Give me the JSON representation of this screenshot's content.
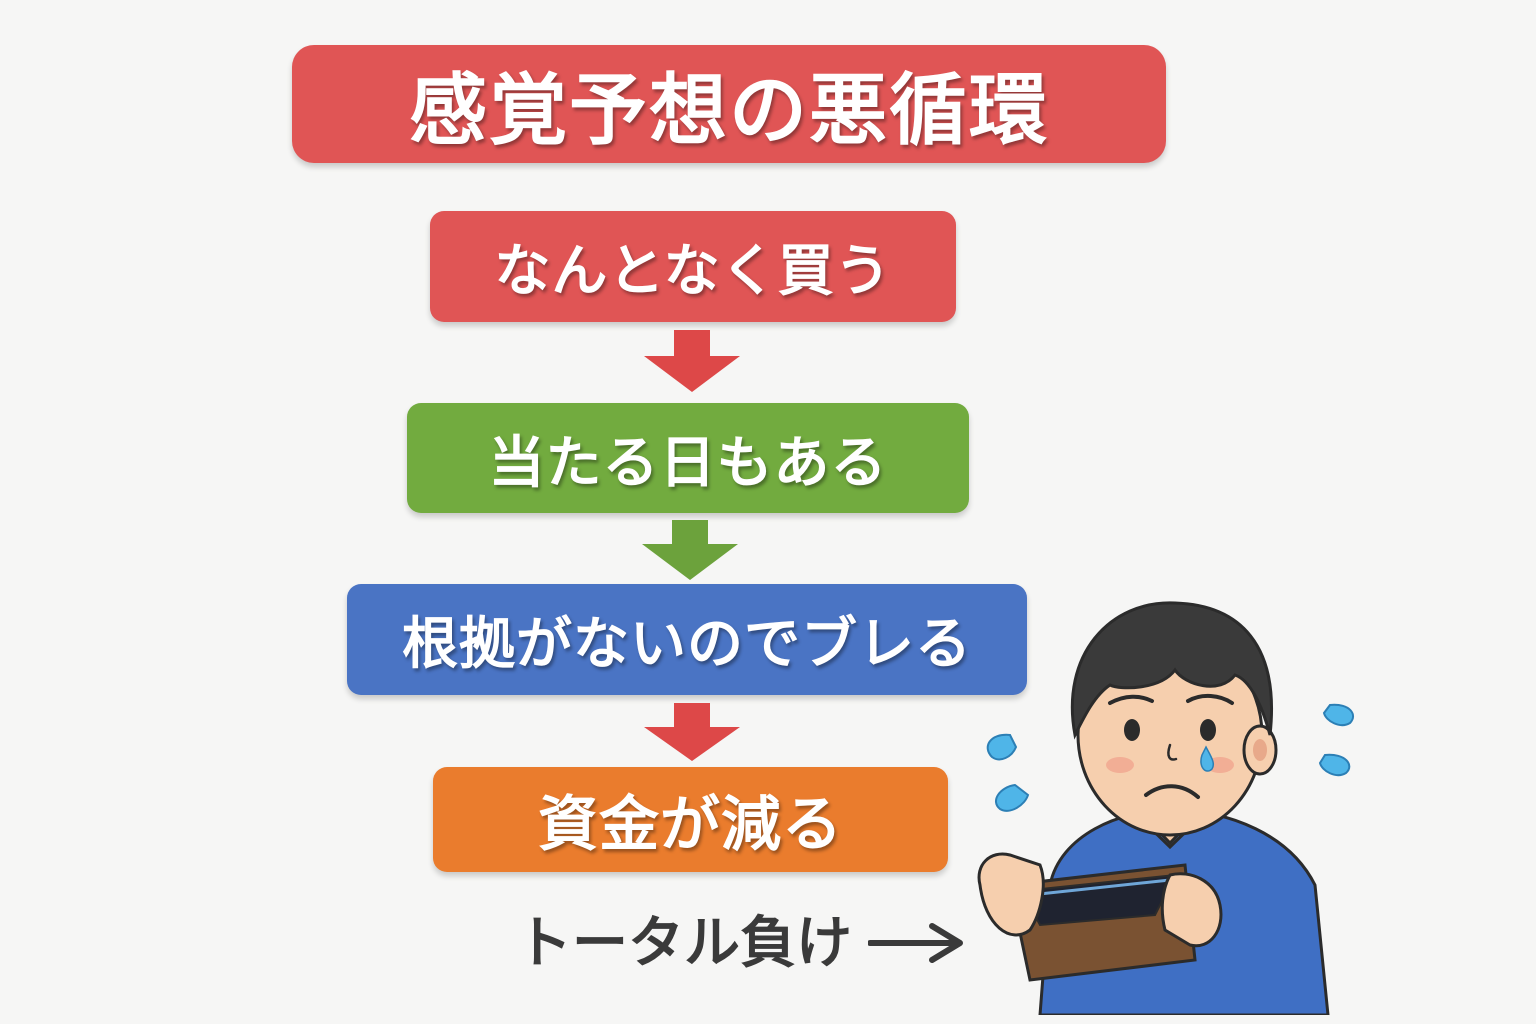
{
  "title": "感覚予想の悪循環",
  "steps": [
    {
      "label": "なんとなく買う",
      "color": "#e05555"
    },
    {
      "label": "当たる日もある",
      "color": "#72ab3f"
    },
    {
      "label": "根拠がないのでブレる",
      "color": "#4a74c4"
    },
    {
      "label": "資金が減る",
      "color": "#ea7c2d"
    }
  ],
  "arrow_colors": [
    "#dd4848",
    "#6ca23c",
    "#dd4848"
  ],
  "title_color": "#e05555",
  "footer": {
    "label": "トータル負け",
    "arrow_icon": "right-arrow-icon"
  },
  "illustration": "worried-man-with-empty-wallet"
}
